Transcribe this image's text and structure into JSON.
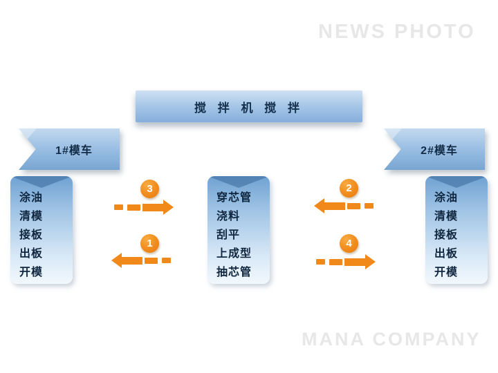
{
  "watermarks": {
    "top": "NEWS PHOTO",
    "bottom": "MANA COMPANY"
  },
  "top_banner": {
    "label": "搅 拌 机 搅 拌"
  },
  "left_banner": {
    "label": "1#模车"
  },
  "right_banner": {
    "label": "2#模车"
  },
  "left_box": {
    "items": [
      "涂油",
      "清模",
      "接板",
      "出板",
      "开模"
    ]
  },
  "center_box": {
    "items": [
      "穿芯管",
      "浇料",
      "刮平",
      "上成型",
      "抽芯管"
    ]
  },
  "right_box": {
    "items": [
      "涂油",
      "清模",
      "接板",
      "出板",
      "开模"
    ]
  },
  "arrows": [
    {
      "number": "3",
      "direction": "right"
    },
    {
      "number": "1",
      "direction": "left"
    },
    {
      "number": "2",
      "direction": "left"
    },
    {
      "number": "4",
      "direction": "right"
    }
  ],
  "colors": {
    "accent_orange": "#f0881a",
    "banner_blue": "#85afdb",
    "box_blue_top": "#6fa2d2",
    "text_navy": "#10263e",
    "watermark_gray": "#e7e7e7"
  }
}
